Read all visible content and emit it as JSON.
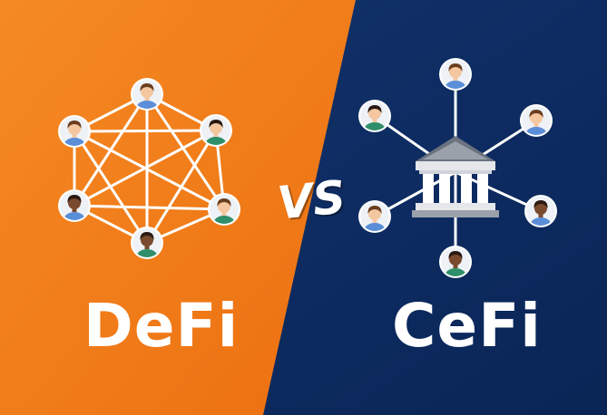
{
  "left": {
    "title": "DeFi"
  },
  "right": {
    "title": "CeFi"
  },
  "separator": "VS",
  "colors": {
    "defi_bg": "#f07a18",
    "cefi_bg": "#0e2e66",
    "line": "#ffffff",
    "skin_light": "#f4c7a1",
    "skin_dark": "#7a4a2e",
    "shirt_blue": "#5b8ed8",
    "shirt_green": "#2f8f6a",
    "hair_brown": "#6b3e1e",
    "hair_dark": "#2a1a12",
    "bank_body": "#cfd3da",
    "bank_pillar": "#ffffff",
    "bank_roof": "#6b7280"
  },
  "icons": {
    "defi_network": "network-mesh-icon",
    "cefi_bank": "bank-building-icon",
    "person": "user-avatar-icon"
  }
}
